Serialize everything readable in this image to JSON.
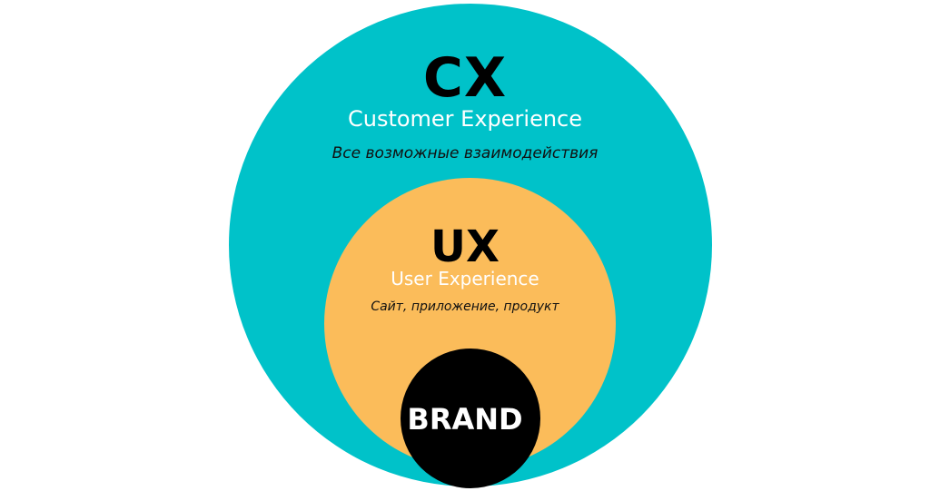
{
  "diagram": {
    "type": "nested-circles",
    "colors": {
      "background": "#ffffff",
      "outer": "#00c2c9",
      "middle": "#fbbc5a",
      "inner": "#000000"
    },
    "outer": {
      "abbr": "CX",
      "name": "Customer Experience",
      "description": "Все возможные взаимодействия"
    },
    "middle": {
      "abbr": "UX",
      "name": "User Experience",
      "description": "Сайт, приложение, продукт"
    },
    "inner": {
      "label": "BRAND"
    }
  }
}
